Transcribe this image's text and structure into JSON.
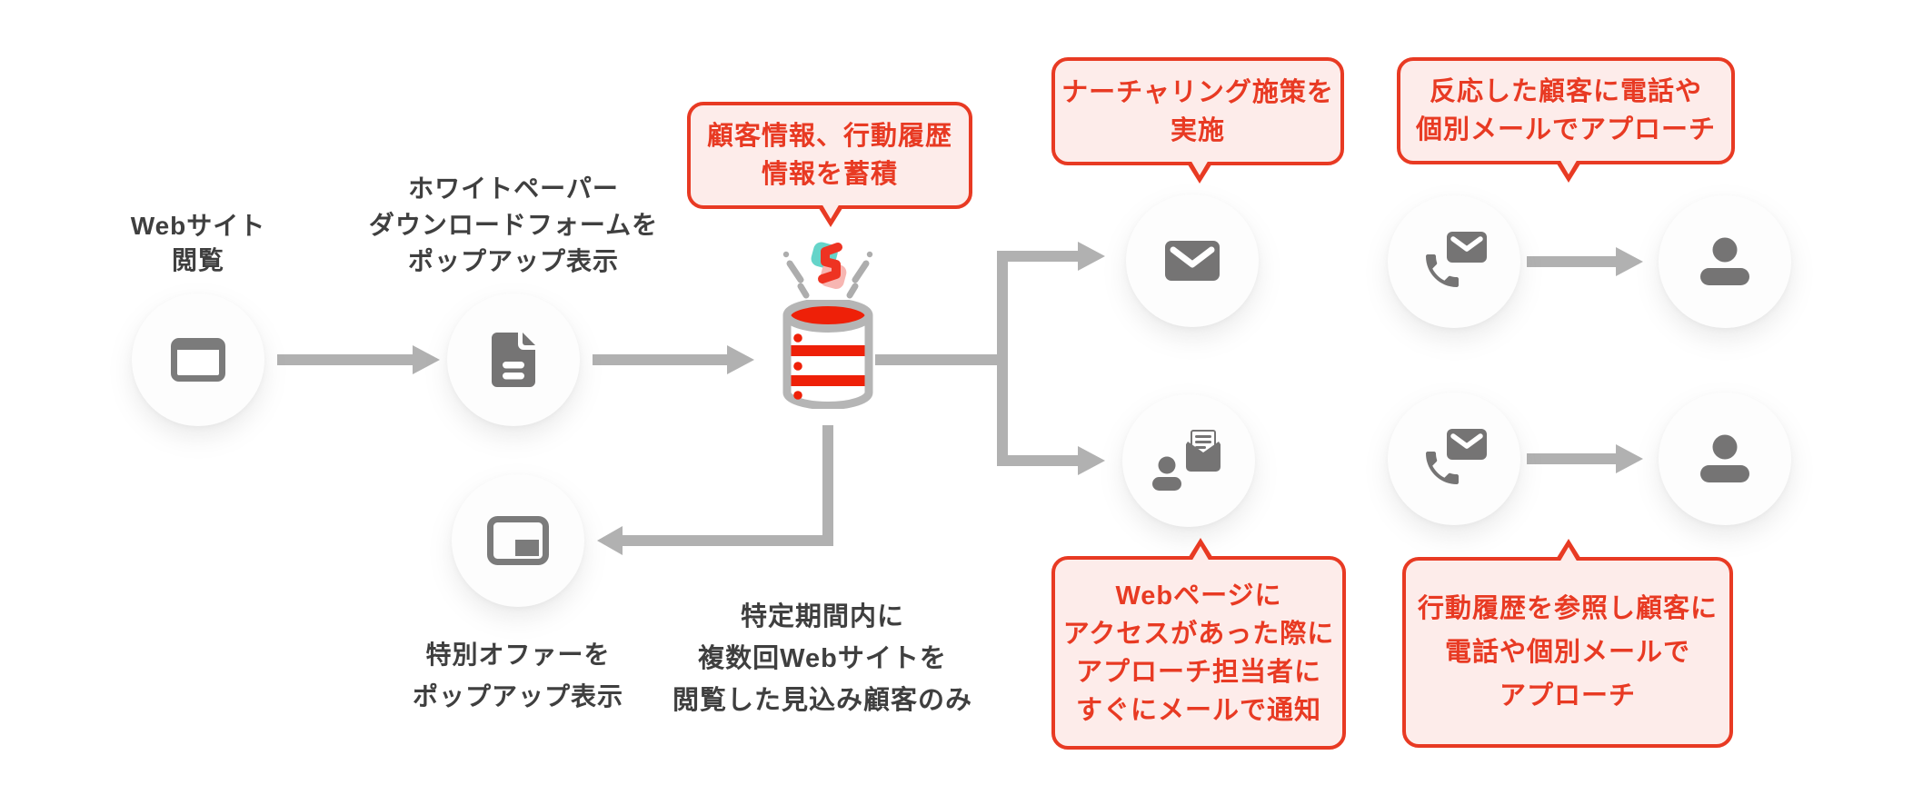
{
  "diagram_title": "Web tracking / marketing automation flow",
  "colors": {
    "accent_red": "#e83a23",
    "callout_bg": "#fdecea",
    "database_red": "#ee2008",
    "arrow_gray": "#b1b1b1",
    "icon_gray": "#757474",
    "cylinder_outline_gray": "#b5b5b5",
    "label_gray": "#3f3f3f",
    "logo_teal": "#65d4c9",
    "logo_pink": "#f7b6b2",
    "logo_red": "#ee3322",
    "circle_bg": "#fdfdfd",
    "page_bg": "#ffffff"
  },
  "labels": {
    "website": {
      "lines": [
        "Webサイト",
        "閲覧"
      ]
    },
    "whitepaper": {
      "lines": [
        "ホワイトペーパー",
        "ダウンロードフォームを",
        "ポップアップ表示"
      ]
    },
    "special_offer": {
      "lines": [
        "特別オファーを",
        "ポップアップ表示"
      ]
    },
    "prospect_filter": {
      "lines": [
        "特定期間内に",
        "複数回Webサイトを",
        "閲覧した見込み顧客のみ"
      ]
    }
  },
  "callouts": {
    "accumulate": {
      "lines": [
        "顧客情報、行動履歴",
        "情報を蓄積"
      ]
    },
    "nurture": {
      "lines": [
        "ナーチャリング施策を",
        "実施"
      ]
    },
    "approach_responders": {
      "lines": [
        "反応した顧客に電話や",
        "個別メールでアプローチ"
      ]
    },
    "notify": {
      "lines": [
        "Webページに",
        "アクセスがあった際に",
        "アプローチ担当者に",
        "すぐにメールで通知"
      ]
    },
    "history_approach": {
      "lines": [
        "行動履歴を参照し顧客に",
        "電話や個別メールで",
        "アプローチ"
      ]
    }
  },
  "nodes": [
    {
      "id": "website-view",
      "icon": "browser-window-icon"
    },
    {
      "id": "whitepaper-form",
      "icon": "document-icon"
    },
    {
      "id": "database",
      "icon": "database-icon"
    },
    {
      "id": "special-offer-popup",
      "icon": "popup-window-icon"
    },
    {
      "id": "nurture-mail",
      "icon": "mail-icon"
    },
    {
      "id": "notify-person",
      "icon": "person-mail-icon"
    },
    {
      "id": "approach-top",
      "icon": "phone-mail-icon"
    },
    {
      "id": "customer-top",
      "icon": "person-icon"
    },
    {
      "id": "approach-bottom",
      "icon": "phone-mail-icon"
    },
    {
      "id": "customer-bottom",
      "icon": "person-icon"
    }
  ]
}
